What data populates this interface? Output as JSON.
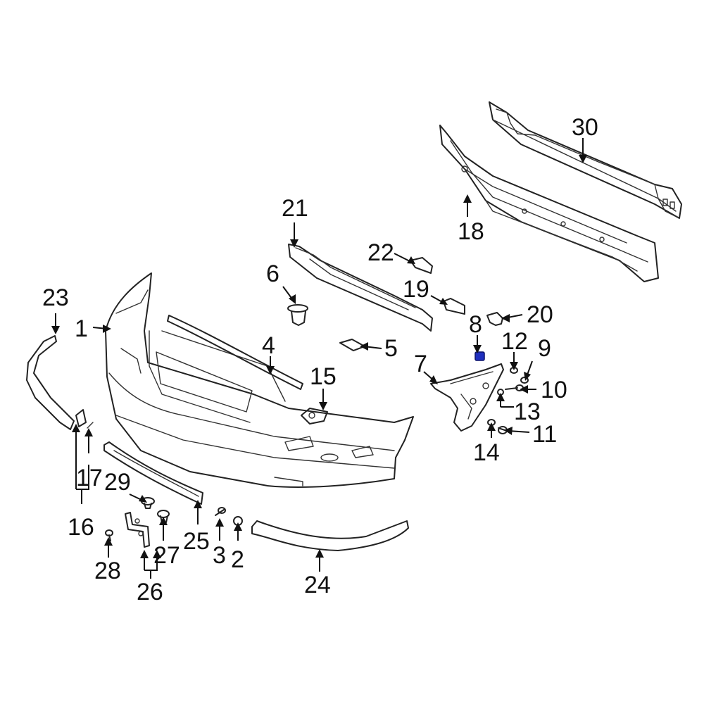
{
  "callouts": [
    {
      "id": "1",
      "text": "1"
    },
    {
      "id": "2",
      "text": "2"
    },
    {
      "id": "3",
      "text": "3"
    },
    {
      "id": "4",
      "text": "4"
    },
    {
      "id": "5",
      "text": "5"
    },
    {
      "id": "6",
      "text": "6"
    },
    {
      "id": "7",
      "text": "7"
    },
    {
      "id": "8",
      "text": "8"
    },
    {
      "id": "9",
      "text": "9"
    },
    {
      "id": "10",
      "text": "10"
    },
    {
      "id": "11",
      "text": "11"
    },
    {
      "id": "12",
      "text": "12"
    },
    {
      "id": "13",
      "text": "13"
    },
    {
      "id": "14",
      "text": "14"
    },
    {
      "id": "15",
      "text": "15"
    },
    {
      "id": "16",
      "text": "16"
    },
    {
      "id": "17",
      "text": "17"
    },
    {
      "id": "18",
      "text": "18"
    },
    {
      "id": "19",
      "text": "19"
    },
    {
      "id": "20",
      "text": "20"
    },
    {
      "id": "21",
      "text": "21"
    },
    {
      "id": "22",
      "text": "22"
    },
    {
      "id": "23",
      "text": "23"
    },
    {
      "id": "24",
      "text": "24"
    },
    {
      "id": "25",
      "text": "25"
    },
    {
      "id": "26",
      "text": "26"
    },
    {
      "id": "27",
      "text": "27"
    },
    {
      "id": "28",
      "text": "28"
    },
    {
      "id": "29",
      "text": "29"
    },
    {
      "id": "30",
      "text": "30"
    }
  ],
  "highlight_color": "#1f2fbf",
  "line_color": "#222222"
}
